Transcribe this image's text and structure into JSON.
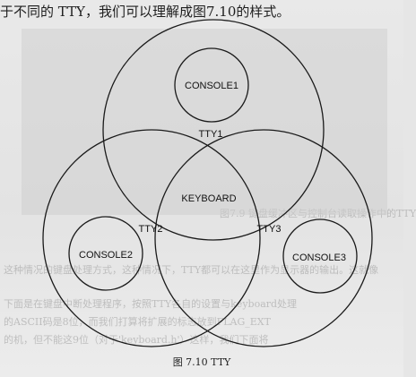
{
  "intro_text": "于不同的 TTY，我们可以理解成图7.10的样式。",
  "bleed_through": {
    "line_1": "图7.9 键盘缓冲区与控制台读取操作中的TTY",
    "line_2": "这种情况的键盘处理方式，这种情况下，TTY都可以在这里作为显示器的输出。这就像",
    "line_3": "下面是在键盘中断处理程序，按照TTY各自的设置与keyboard处理",
    "line_4": "的ASCII码是8位，而我们打算将扩展的标志放到FLAG_EXT",
    "line_5": "的机，但不能这9位（对于'keyboard.h'）这样，我们下面将"
  },
  "diagram": {
    "circles": {
      "tty1": "TTY1",
      "tty2": "TTY2",
      "tty3": "TTY3"
    },
    "consoles": {
      "console1": "CONSOLE1",
      "console2": "CONSOLE2",
      "console3": "CONSOLE3"
    },
    "keyboard": "KEYBOARD"
  },
  "caption": "图 7.10  TTY"
}
